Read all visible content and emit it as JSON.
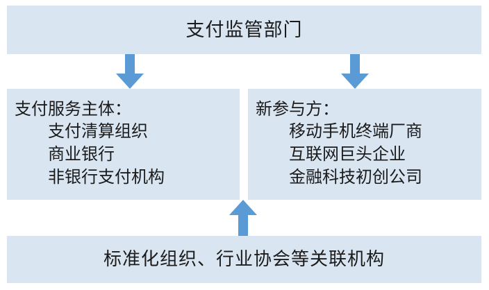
{
  "diagram": {
    "type": "flow-diagram",
    "colors": {
      "box_fill": "#d9e5f1",
      "arrow_fill": "#5b9bd5",
      "text": "#1b1b1b",
      "background": "#ffffff"
    },
    "top_box": {
      "title": "支付监管部门"
    },
    "middle_left_box": {
      "heading": "支付服务主体：",
      "items": [
        "支付清算组织",
        "商业银行",
        "非银行支付机构"
      ]
    },
    "middle_right_box": {
      "heading": "新参与方：",
      "items": [
        "移动手机终端厂商",
        "互联网巨头企业",
        "金融科技初创公司"
      ]
    },
    "bottom_box": {
      "title": "标准化组织、行业协会等关联机构"
    },
    "arrows": [
      {
        "name": "arrow-down-left",
        "direction": "down"
      },
      {
        "name": "arrow-down-right",
        "direction": "down"
      },
      {
        "name": "arrow-up-middle",
        "direction": "up"
      }
    ]
  }
}
